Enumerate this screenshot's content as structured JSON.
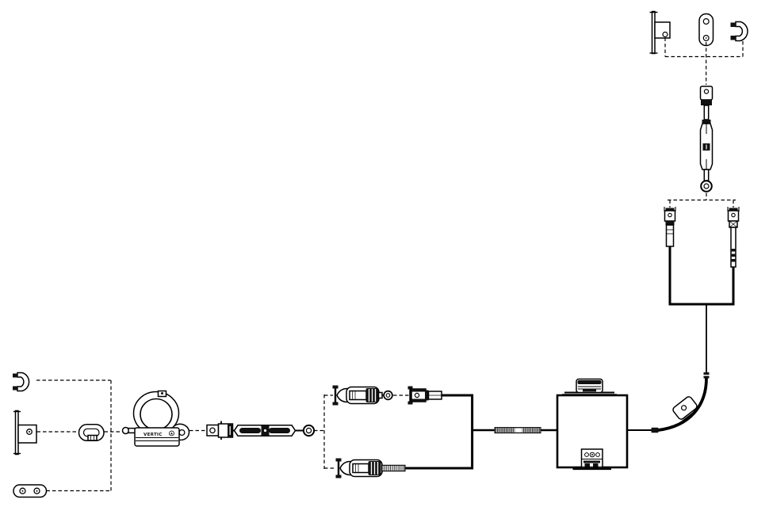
{
  "diagram": {
    "background": "#ffffff",
    "line_color": "#000000",
    "ferrule_fill": "#c9c9c9",
    "brand_label": "VERTIC"
  },
  "components": [
    "wall-bracket-top",
    "link-plate-top",
    "d-shackle-top",
    "turnbuckle-vertical",
    "cable-assembly",
    "fork-terminal",
    "threaded-stud-terminal",
    "drop-cable",
    "intermediate-anchor-plate",
    "absorber-box",
    "cable-clamp",
    "tension-indicator",
    "splice-ferrule",
    "tensioner-box",
    "shock-absorber-top",
    "eye-link",
    "fork-sleeve-terminal",
    "shock-absorber-bottom",
    "threaded-stud",
    "turnbuckle-horizontal",
    "anchor-ring-device",
    "quick-link",
    "wall-bracket-left",
    "d-shackle-left",
    "link-plate-left"
  ]
}
